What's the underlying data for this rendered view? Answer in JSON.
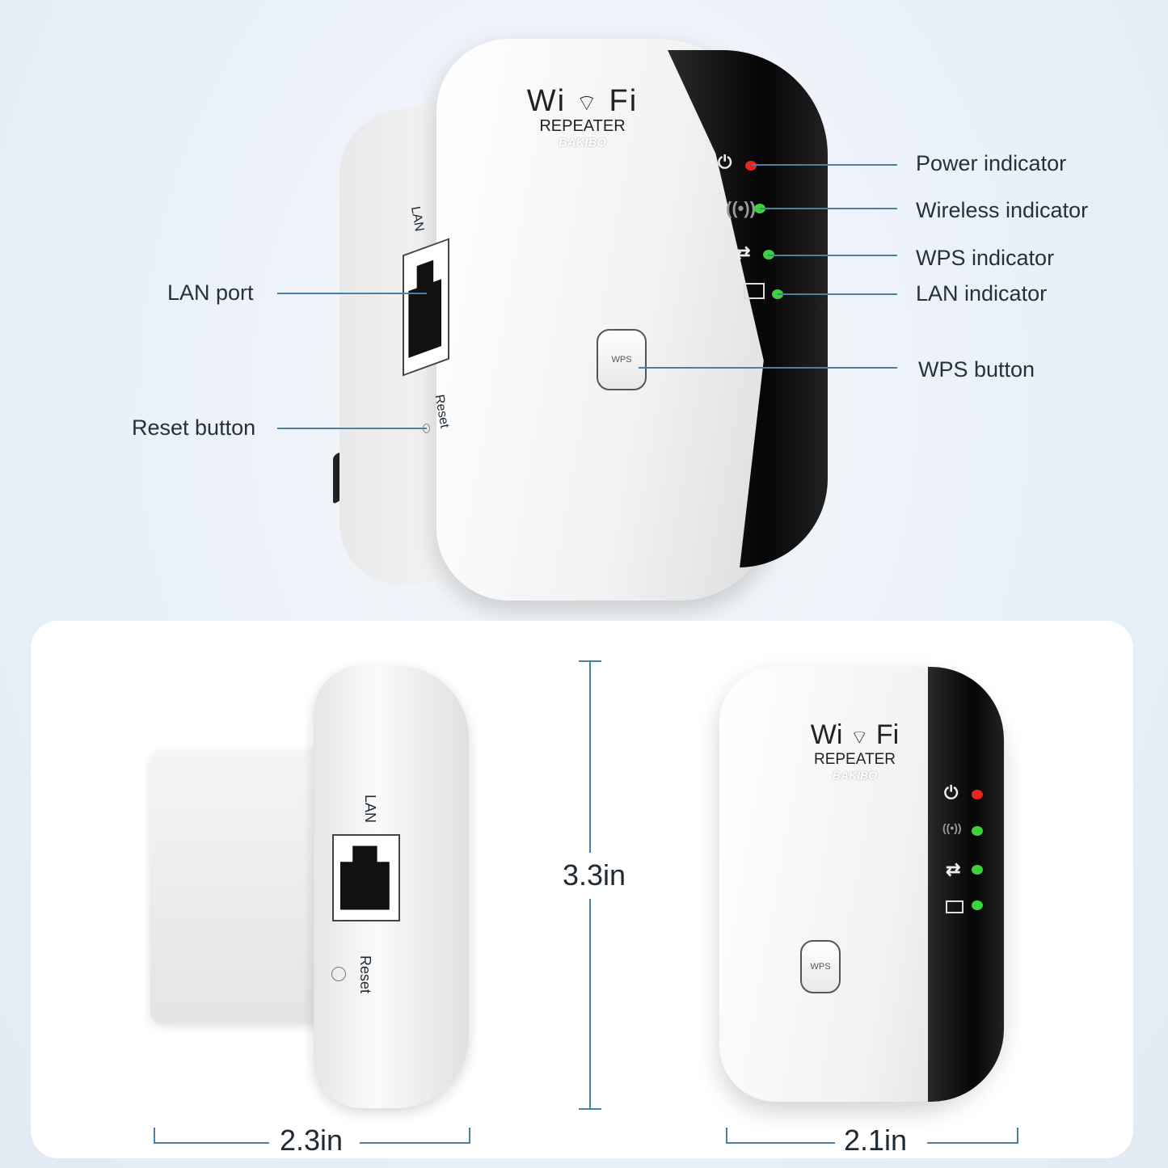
{
  "device": {
    "logo_wi": "Wi",
    "logo_fi": "Fi",
    "logo_sub": "REPEATER",
    "brand": "BAKIBO",
    "port_label": "LAN",
    "reset_label": "Reset",
    "wps_label": "WPS"
  },
  "callouts": {
    "power": "Power indicator",
    "wireless": "Wireless indicator",
    "wps_ind": "WPS indicator",
    "lan_ind": "LAN indicator",
    "wps_button": "WPS button",
    "lan_port": "LAN port",
    "reset": "Reset button"
  },
  "dimensions": {
    "height": "3.3in",
    "side_width": "2.3in",
    "front_width": "2.1in"
  },
  "colors": {
    "led_power": "#e8251f",
    "led_green": "#3ed23a",
    "callout_line": "#4a7fa6"
  }
}
